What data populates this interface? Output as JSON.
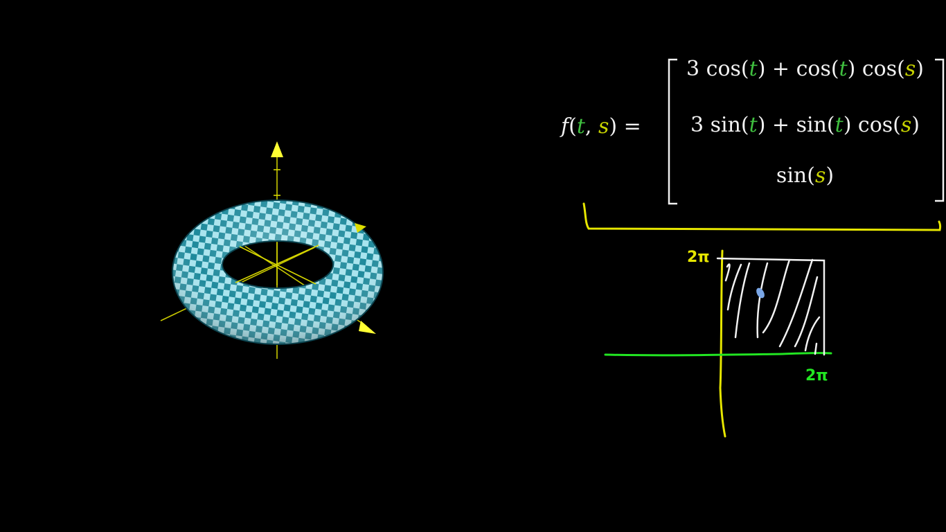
{
  "equation": {
    "lhs": {
      "f": "f",
      "open": "(",
      "t": "t",
      "comma": ", ",
      "s": "s",
      "close": ")",
      "equals": " ="
    },
    "rows": [
      {
        "a": "3 cos(",
        "t1": "t",
        "b": ") + cos(",
        "t2": "t",
        "c": ") cos(",
        "s": "s",
        "d": ")"
      },
      {
        "a": "3 sin(",
        "t1": "t",
        "b": ") + sin(",
        "t2": "t",
        "c": ") cos(",
        "s": "s",
        "d": ")"
      },
      {
        "a": "sin(",
        "s": "s",
        "d": ")"
      }
    ]
  },
  "sketch": {
    "label_top": "2π",
    "label_right": "2π"
  },
  "colors": {
    "background": "#000000",
    "t_variable": "#3fbf3f",
    "s_variable": "#c8d400",
    "torus_light": "#a8e4ee",
    "torus_dark": "#1f8a9c",
    "axis_yellow": "#e6e600",
    "axis_green": "#22e622",
    "chalk_white": "#f2f2f2"
  }
}
